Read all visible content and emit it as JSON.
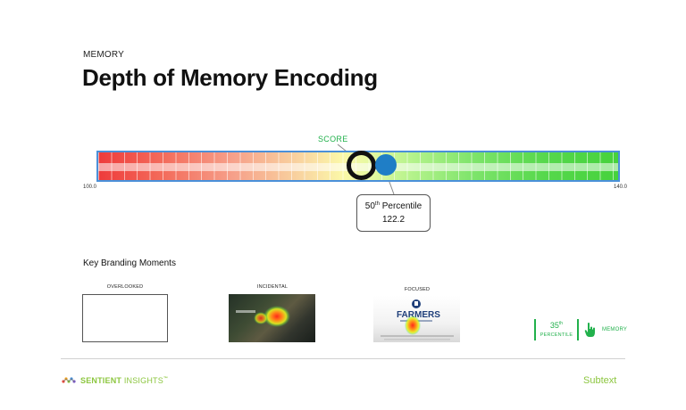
{
  "header": {
    "eyebrow": "MEMORY",
    "title": "Depth of Memory Encoding"
  },
  "gauge": {
    "score_label": "SCORE",
    "range_min": "100.0",
    "range_max": "140.0",
    "score_value": 121.0,
    "benchmark_value": 122.2,
    "colors": {
      "low": "#ee3b3b",
      "mid": "#fbf8a8",
      "high": "#46d23c",
      "score_ring": "#111111",
      "benchmark_dot": "#1f7ec6",
      "border": "#4a90d9"
    }
  },
  "callout": {
    "percentile_number": "50",
    "percentile_suffix": "th",
    "percentile_word": "Percentile",
    "value": "122.2"
  },
  "moments": {
    "section_title": "Key Branding Moments",
    "items": [
      {
        "label": "OVERLOOKED"
      },
      {
        "label": "INCIDENTAL"
      },
      {
        "label": "FOCUSED",
        "logo_text": "FARMERS"
      }
    ]
  },
  "stat": {
    "value": "35",
    "suffix": "th",
    "caption": "PERCENTILE",
    "metric": "MEMORY",
    "icon": "hand-pointer-icon",
    "color": "#22b14c"
  },
  "footer": {
    "brand_bold": "SENTIENT",
    "brand_light": "INSIGHTS",
    "brand_mark": "™",
    "partner": "Subtext",
    "accent": "#8cc63f"
  }
}
